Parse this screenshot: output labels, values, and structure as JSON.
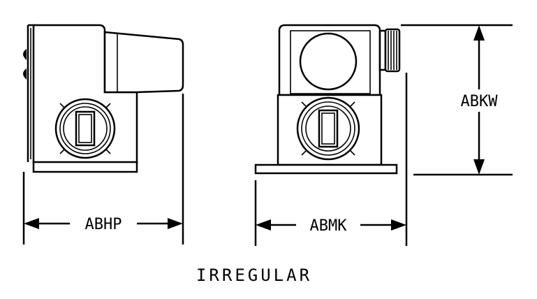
{
  "dimensions": {
    "left_width": "ABHP",
    "right_width": "ABMK",
    "height": "ABKW"
  },
  "caption": "IRREGULAR"
}
